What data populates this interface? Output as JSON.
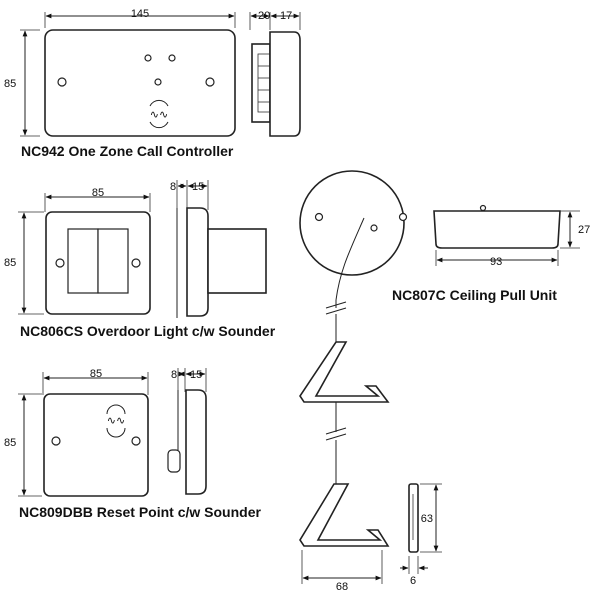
{
  "products": {
    "nc942": {
      "caption": "NC942 One Zone Call Controller",
      "width": "145",
      "height": "85",
      "side_a": "20",
      "side_b": "17"
    },
    "nc806cs": {
      "caption": "NC806CS Overdoor Light c/w Sounder",
      "width": "85",
      "height": "85",
      "side_a": "8",
      "side_b": "15"
    },
    "nc809dbb": {
      "caption": "NC809DBB Reset Point c/w Sounder",
      "width": "85",
      "height": "85",
      "side_a": "8",
      "side_b": "15"
    },
    "nc807c": {
      "caption": "NC807C Ceiling Pull Unit",
      "width": "93",
      "height": "27",
      "handle_width": "68",
      "handle_height": "63",
      "handle_depth": "6"
    }
  }
}
